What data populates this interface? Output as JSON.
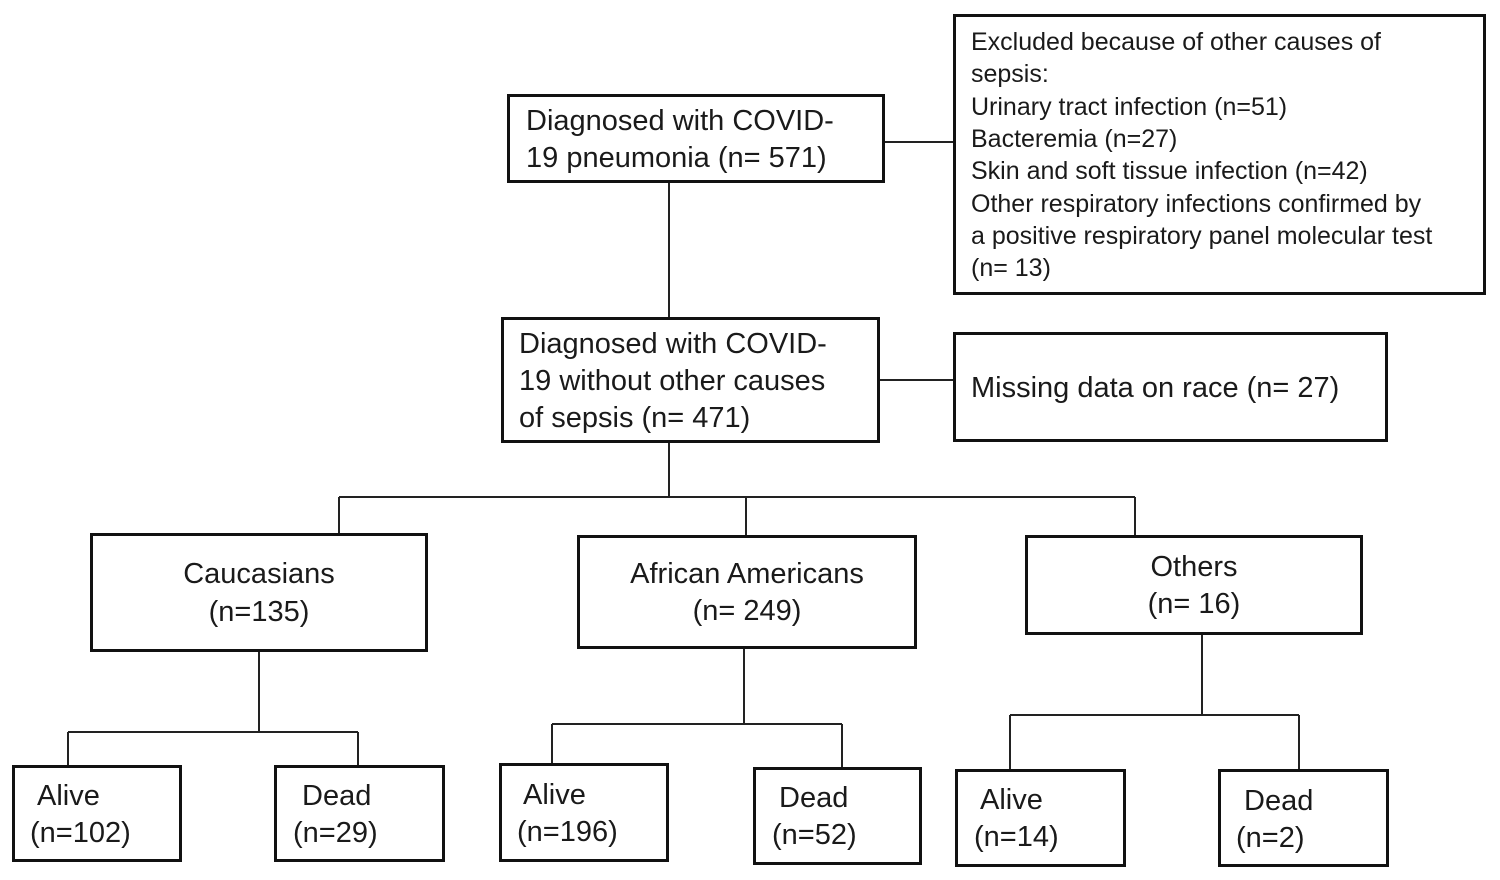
{
  "diagram": {
    "top": {
      "line1": "Diagnosed with COVID-",
      "line2": "19 pneumonia (n= 571)"
    },
    "excluded": {
      "lines": [
        "Excluded because of other causes of",
        "sepsis:",
        "Urinary tract infection (n=51)",
        "Bacteremia (n=27)",
        "Skin and soft tissue infection (n=42)",
        "Other respiratory infections confirmed by",
        "a positive respiratory panel molecular test",
        "(n= 13)"
      ]
    },
    "middle": {
      "line1": "Diagnosed with COVID-",
      "line2": "19 without other causes",
      "line3": "of sepsis (n= 471)"
    },
    "missing": {
      "label": "Missing data on race (n= 27)"
    },
    "groups": [
      {
        "name": "Caucasians",
        "n": "(n=135)",
        "alive": {
          "label": "Alive",
          "n": "(n=102)"
        },
        "dead": {
          "label": "Dead",
          "n": "(n=29)"
        }
      },
      {
        "name": "African Americans",
        "n": "(n= 249)",
        "alive": {
          "label": "Alive",
          "n": "(n=196)"
        },
        "dead": {
          "label": "Dead",
          "n": "(n=52)"
        }
      },
      {
        "name": "Others",
        "n": "(n= 16)",
        "alive": {
          "label": "Alive",
          "n": "(n=14)"
        },
        "dead": {
          "label": "Dead",
          "n": "(n=2)"
        }
      }
    ]
  }
}
